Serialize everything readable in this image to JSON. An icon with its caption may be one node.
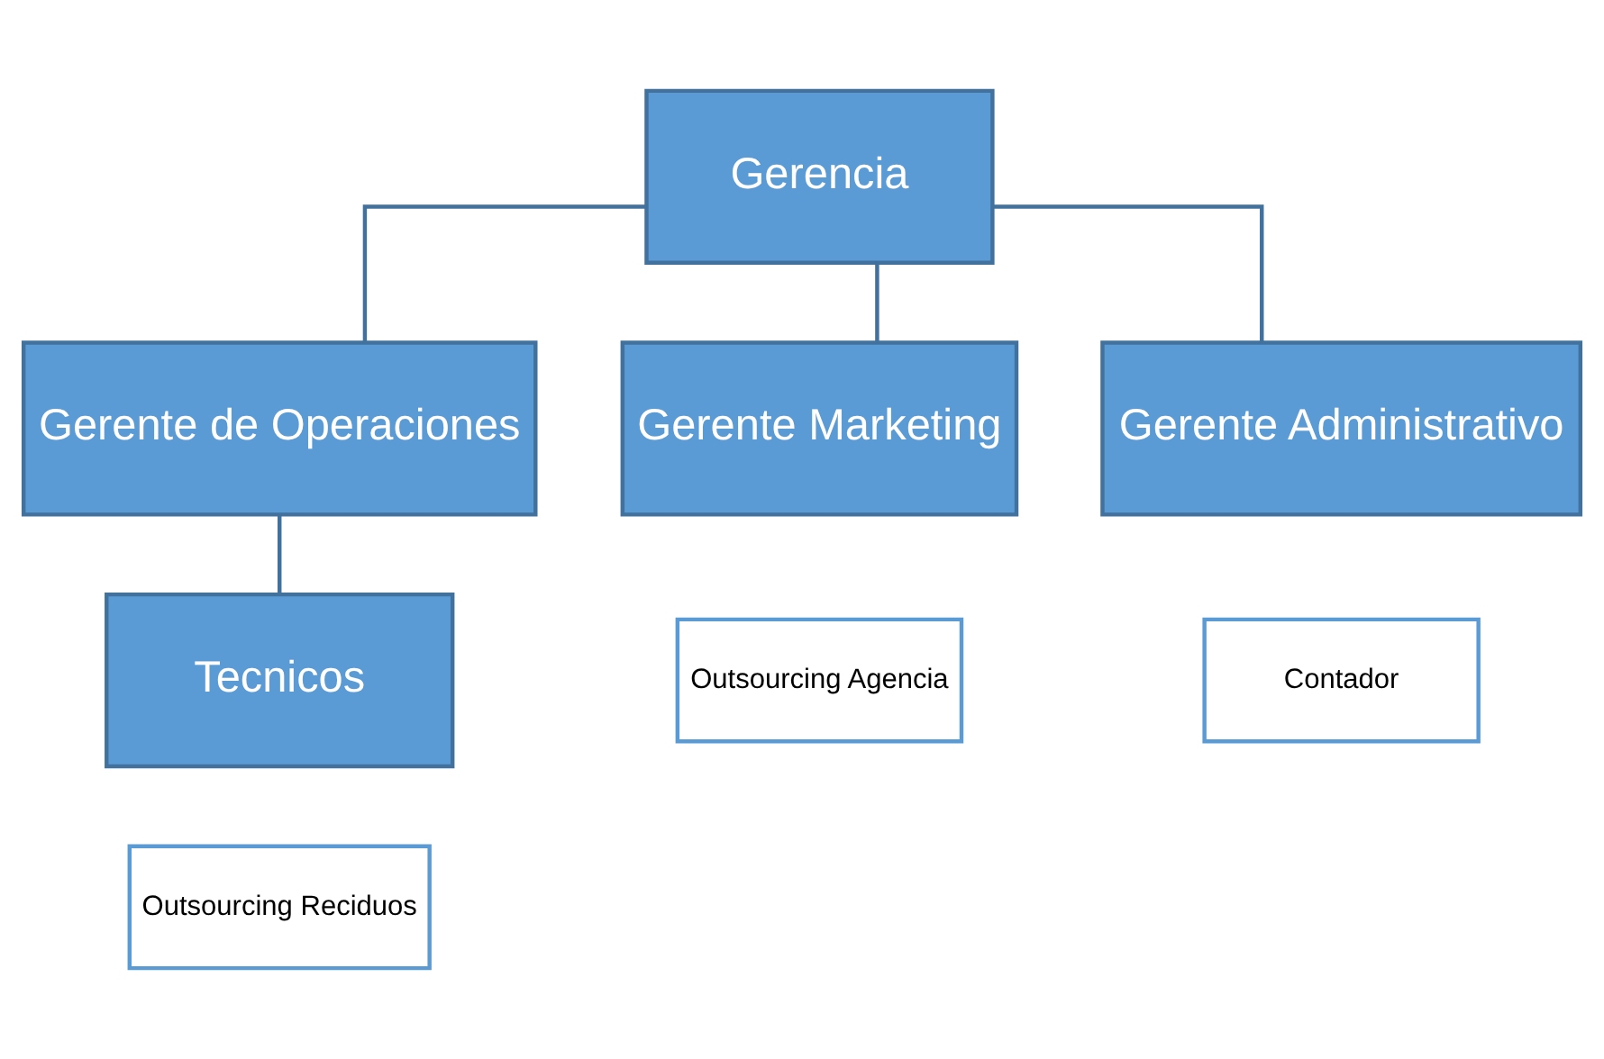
{
  "diagram": {
    "nodes": [
      {
        "text": [
          "Gerencia"
        ]
      },
      {
        "text": [
          "Gerente Marketing"
        ]
      },
      {
        "text": [
          "Gerente Administrativo"
        ]
      },
      {
        "text": [
          "Gerente de Operaciones"
        ]
      },
      {
        "text": [
          "Outsourcing Agencia"
        ]
      },
      {
        "text": [
          "Contador"
        ]
      },
      {
        "text": [
          "Tecnicos"
        ]
      },
      {
        "text": [
          "Outsourcing Reciduos"
        ]
      }
    ],
    "edges": [
      {
        "from": 0,
        "to": 1,
        "arrow": "none"
      },
      {
        "from": 0,
        "to": 2,
        "arrow": "none"
      },
      {
        "from": 0,
        "to": 3,
        "arrow": "none"
      },
      {
        "from": 3,
        "to": 6,
        "arrow": "none"
      }
    ]
  }
}
